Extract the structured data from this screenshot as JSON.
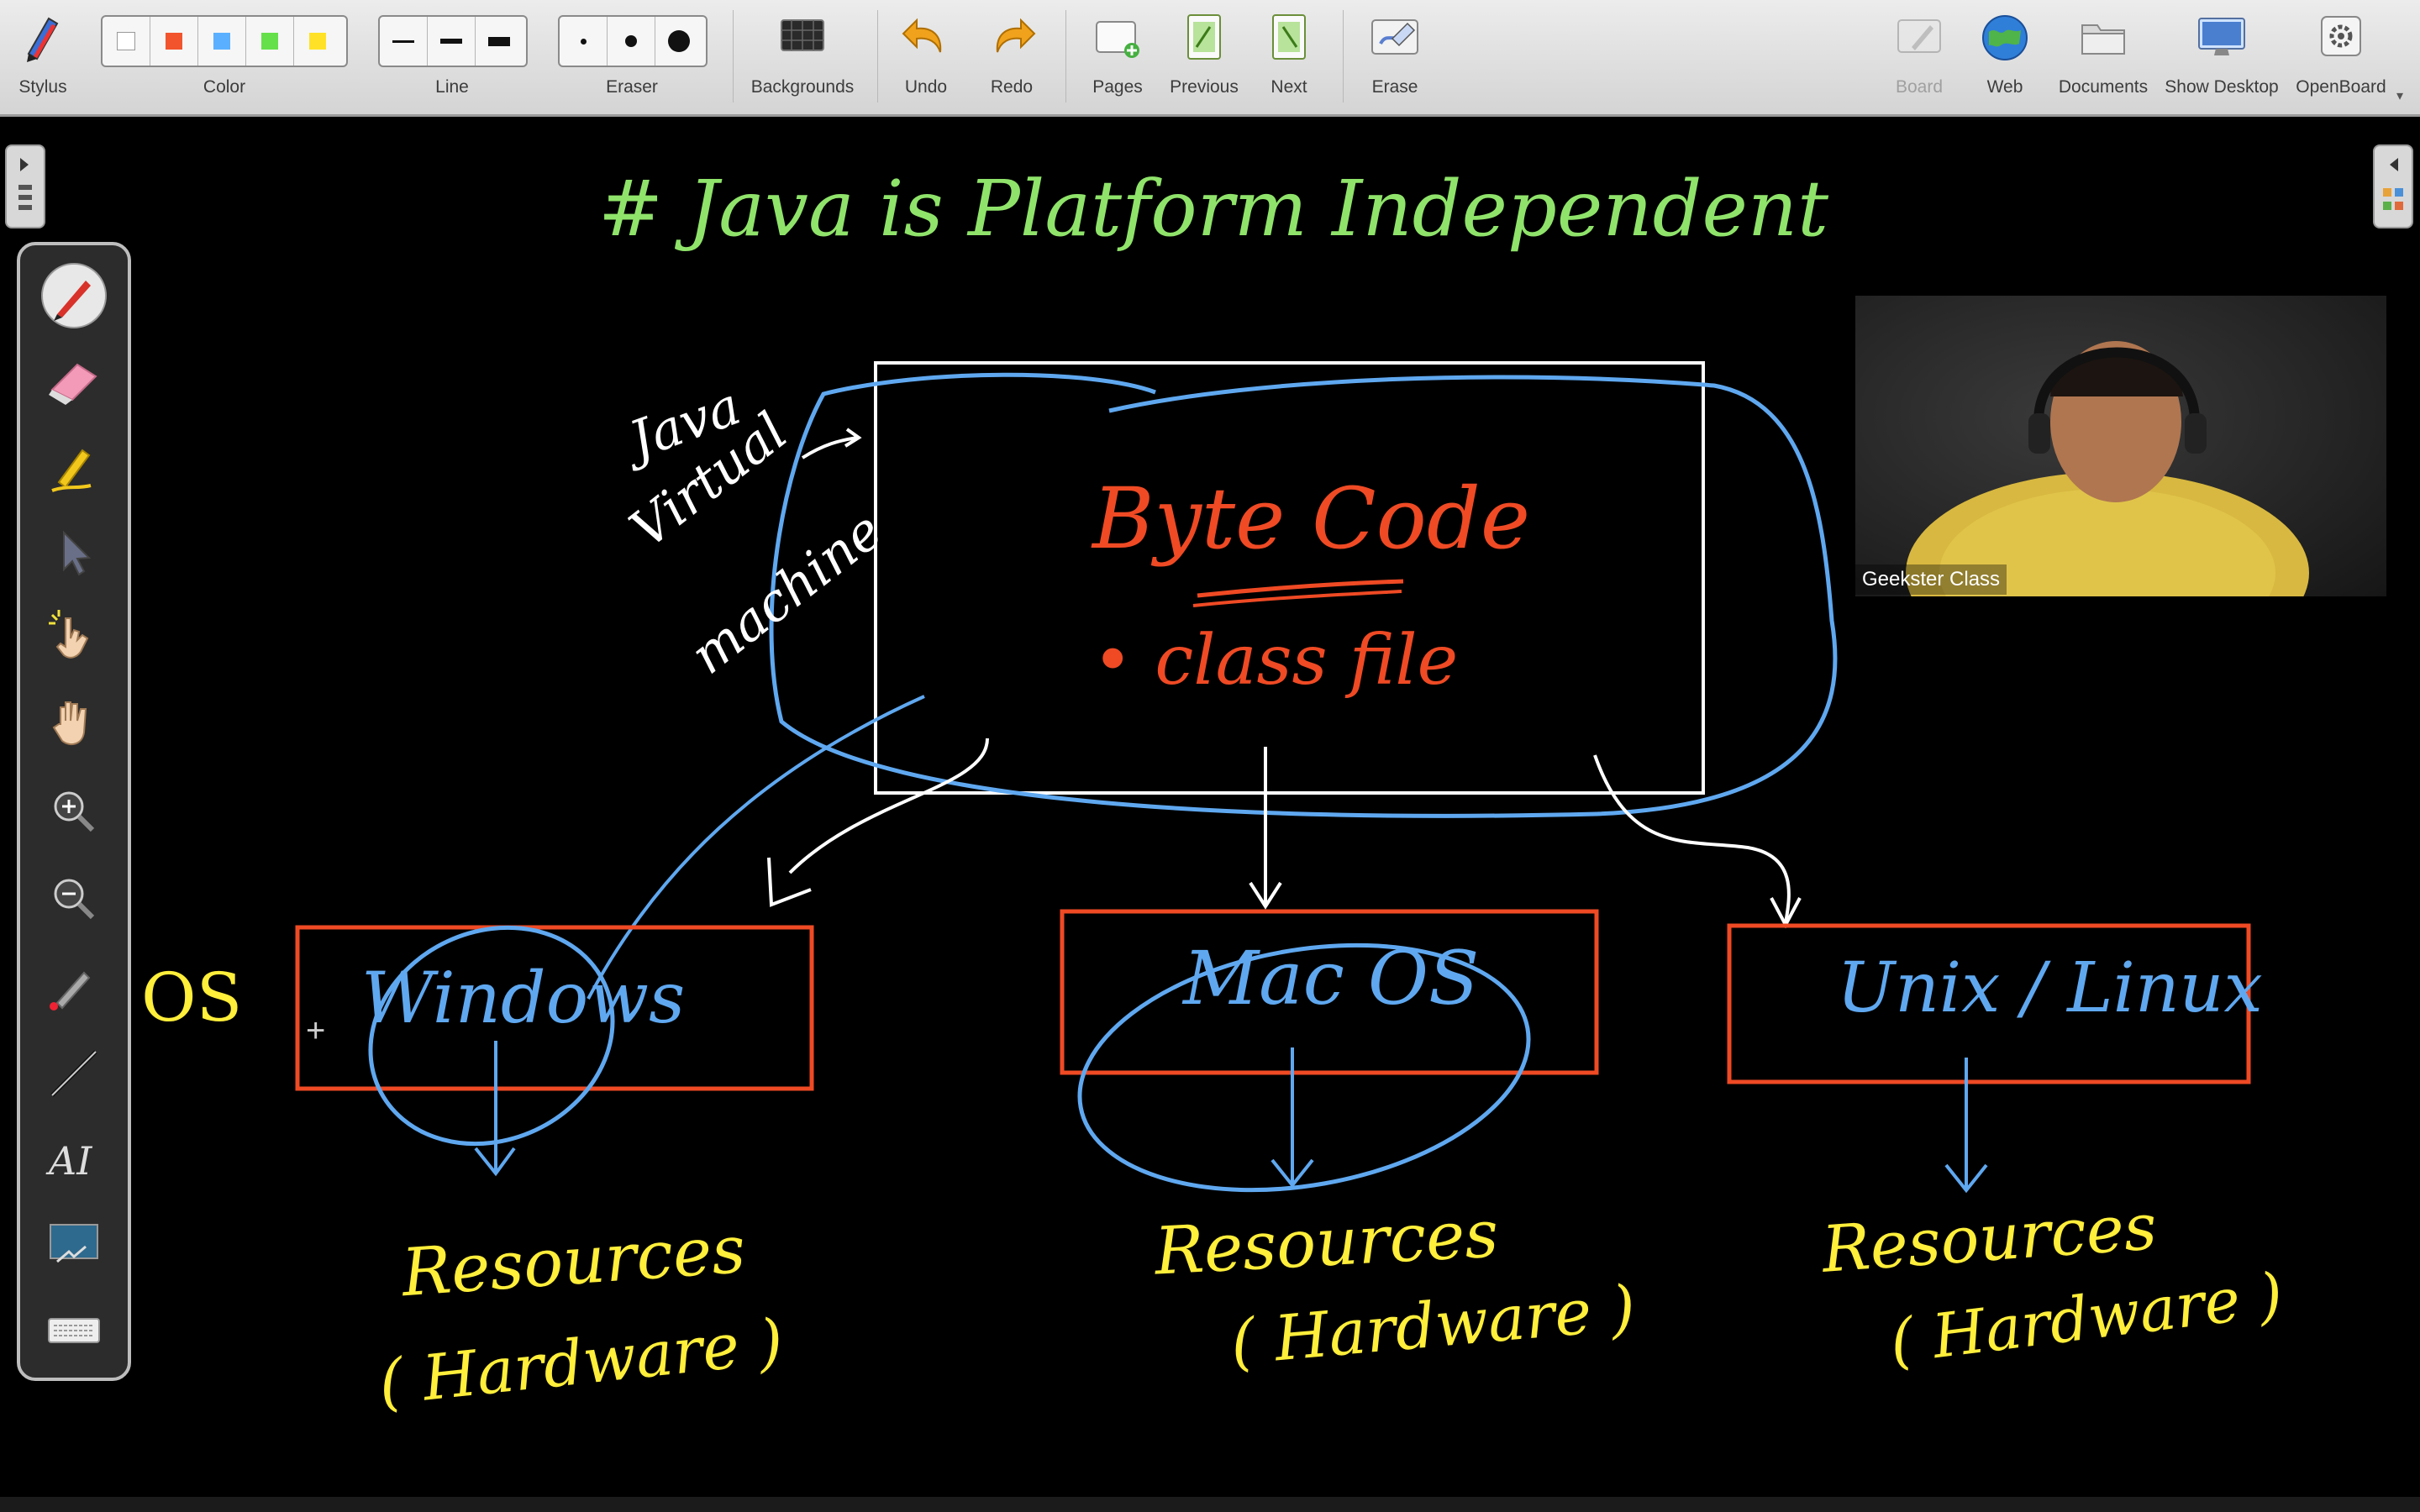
{
  "toolbar": {
    "stylus": "Stylus",
    "color": "Color",
    "line": "Line",
    "eraser": "Eraser",
    "backgrounds": "Backgrounds",
    "undo": "Undo",
    "redo": "Redo",
    "pages": "Pages",
    "previous": "Previous",
    "next": "Next",
    "erase": "Erase",
    "board": "Board",
    "web": "Web",
    "documents": "Documents",
    "show_desktop": "Show Desktop",
    "openboard": "OpenBoard"
  },
  "colors": {
    "swatches": [
      "#ffffff",
      "#f2542d",
      "#5ab0ff",
      "#66e04a",
      "#ffe227"
    ],
    "ink_green": "#8fe36a",
    "ink_blue": "#5fa8f0",
    "ink_red": "#ef4a24",
    "ink_yellow": "#ffee3a",
    "ink_white": "#ffffff"
  },
  "board": {
    "title": "# Java is Platform Independent",
    "jvm_line1": "Java",
    "jvm_line2": "Virtual",
    "jvm_line3": "machine",
    "bytecode": "Byte Code",
    "classfile": "• class file",
    "os_label": "OS",
    "os1": "Windows",
    "os2": "Mac OS",
    "os3": "Unix / Linux",
    "resources": "Resources",
    "hardware": "( Hardware )"
  },
  "video": {
    "participant_name": "Geekster Class"
  }
}
